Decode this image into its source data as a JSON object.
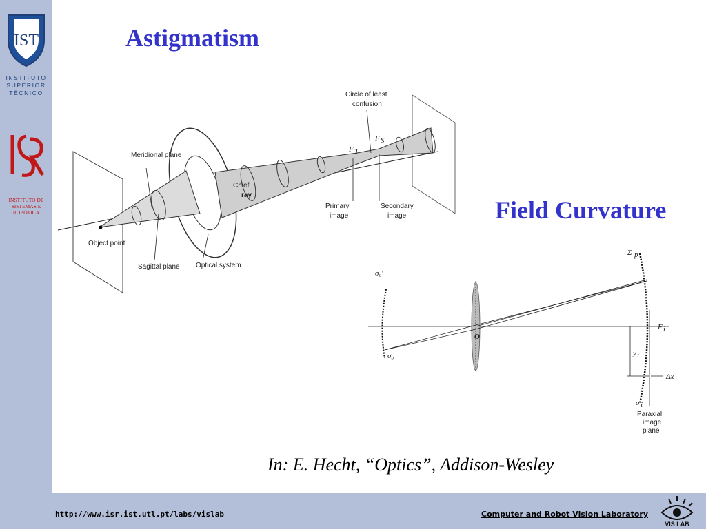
{
  "sidebar": {
    "ist_lines": [
      "INSTITUTO",
      "SUPERIOR",
      "TÉCNICO"
    ],
    "isr_lines": [
      "INSTITUTO DE",
      "SISTEMAS E",
      "ROBÓTICA"
    ]
  },
  "slide": {
    "title_astigmatism": "Astigmatism",
    "title_field_curvature": "Field Curvature",
    "citation": "In: E. Hecht, “Optics”, Addison-Wesley"
  },
  "astig_diagram": {
    "meridional_plane": "Meridional plane",
    "object_point": "Object point",
    "sagittal_plane": "Sagittal plane",
    "optical_system": "Optical system",
    "chief_ray_1": "Chief",
    "chief_ray_2": "ray",
    "circle_least_confusion_1": "Circle of least",
    "circle_least_confusion_2": "confusion",
    "ft": "F",
    "ft_sub": "T",
    "fs": "F",
    "fs_sub": "S",
    "primary_image_1": "Primary",
    "primary_image_2": "image",
    "secondary_image_1": "Secondary",
    "secondary_image_2": "image"
  },
  "field_diagram": {
    "sigma_p": "Σ",
    "sigma_p_sub": "p",
    "sigma_o_prime": "σ₀′",
    "sigma_o": "σ₀",
    "o_label": "O",
    "fi": "F",
    "fi_sub": "i",
    "yi": "y",
    "yi_sub": "i",
    "delta_x": "Δx",
    "sigma_i": "σ",
    "sigma_i_sub": "i",
    "paraxial_1": "Paraxial",
    "paraxial_2": "image",
    "paraxial_3": "plane"
  },
  "footer": {
    "url": "http://www.isr.ist.utl.pt/labs/vislab",
    "lab": "Computer and Robot Vision Laboratory",
    "vislab_text": "VIS LAB"
  },
  "colors": {
    "sidebar": "#b3bfd9",
    "title": "#3333cc",
    "ist_blue": "#1f3f78",
    "isr_red": "#c01818"
  }
}
